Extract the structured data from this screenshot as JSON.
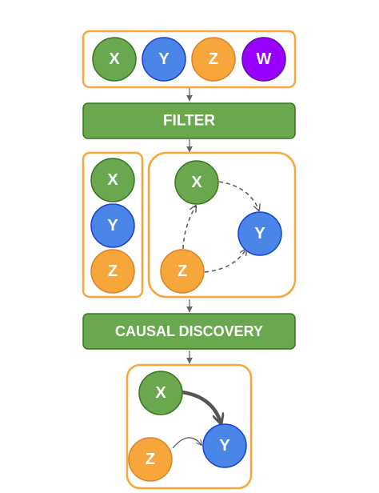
{
  "colors": {
    "green": "#6aa84f",
    "green_stroke": "#38761d",
    "blue": "#4a86e8",
    "blue_stroke": "#1a3fd1",
    "orange": "#f6a63a",
    "orange_stroke": "#d9822b",
    "purple": "#9900ff",
    "purple_stroke": "#5b0f9e",
    "panel_border": "#f6a63a",
    "bar_fill": "#6aa84f",
    "bar_stroke": "#38761d",
    "connector": "#666666",
    "edge_dark": "#555555"
  },
  "variables": {
    "x": "X",
    "y": "Y",
    "z": "Z",
    "w": "W"
  },
  "steps": {
    "filter": "FILTER",
    "causal_discovery": "CAUSAL DISCOVERY"
  }
}
